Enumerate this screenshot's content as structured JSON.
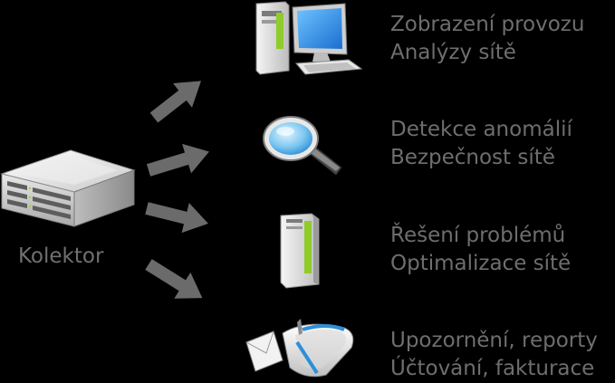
{
  "collector": {
    "label": "Kolektor",
    "icon": "server-icon"
  },
  "outputs": [
    {
      "icon": "desktop-computer-icon",
      "line1": "Zobrazení provozu",
      "line2": "Analýzy sítě"
    },
    {
      "icon": "magnifier-icon",
      "line1": "Detekce anomálií",
      "line2": "Bezpečnost sítě"
    },
    {
      "icon": "tower-pc-icon",
      "line1": "Řešení problémů",
      "line2": "Optimalizace sítě"
    },
    {
      "icon": "mailbox-icon",
      "line1": "Upozornění, reporty",
      "line2": "Účtování, fakturace"
    }
  ],
  "colors": {
    "background": "#000000",
    "text": "#6e6e6e",
    "arrow": "#6b6b6b",
    "accent_green": "#8fcc2a",
    "accent_blue": "#2f8fd8"
  }
}
